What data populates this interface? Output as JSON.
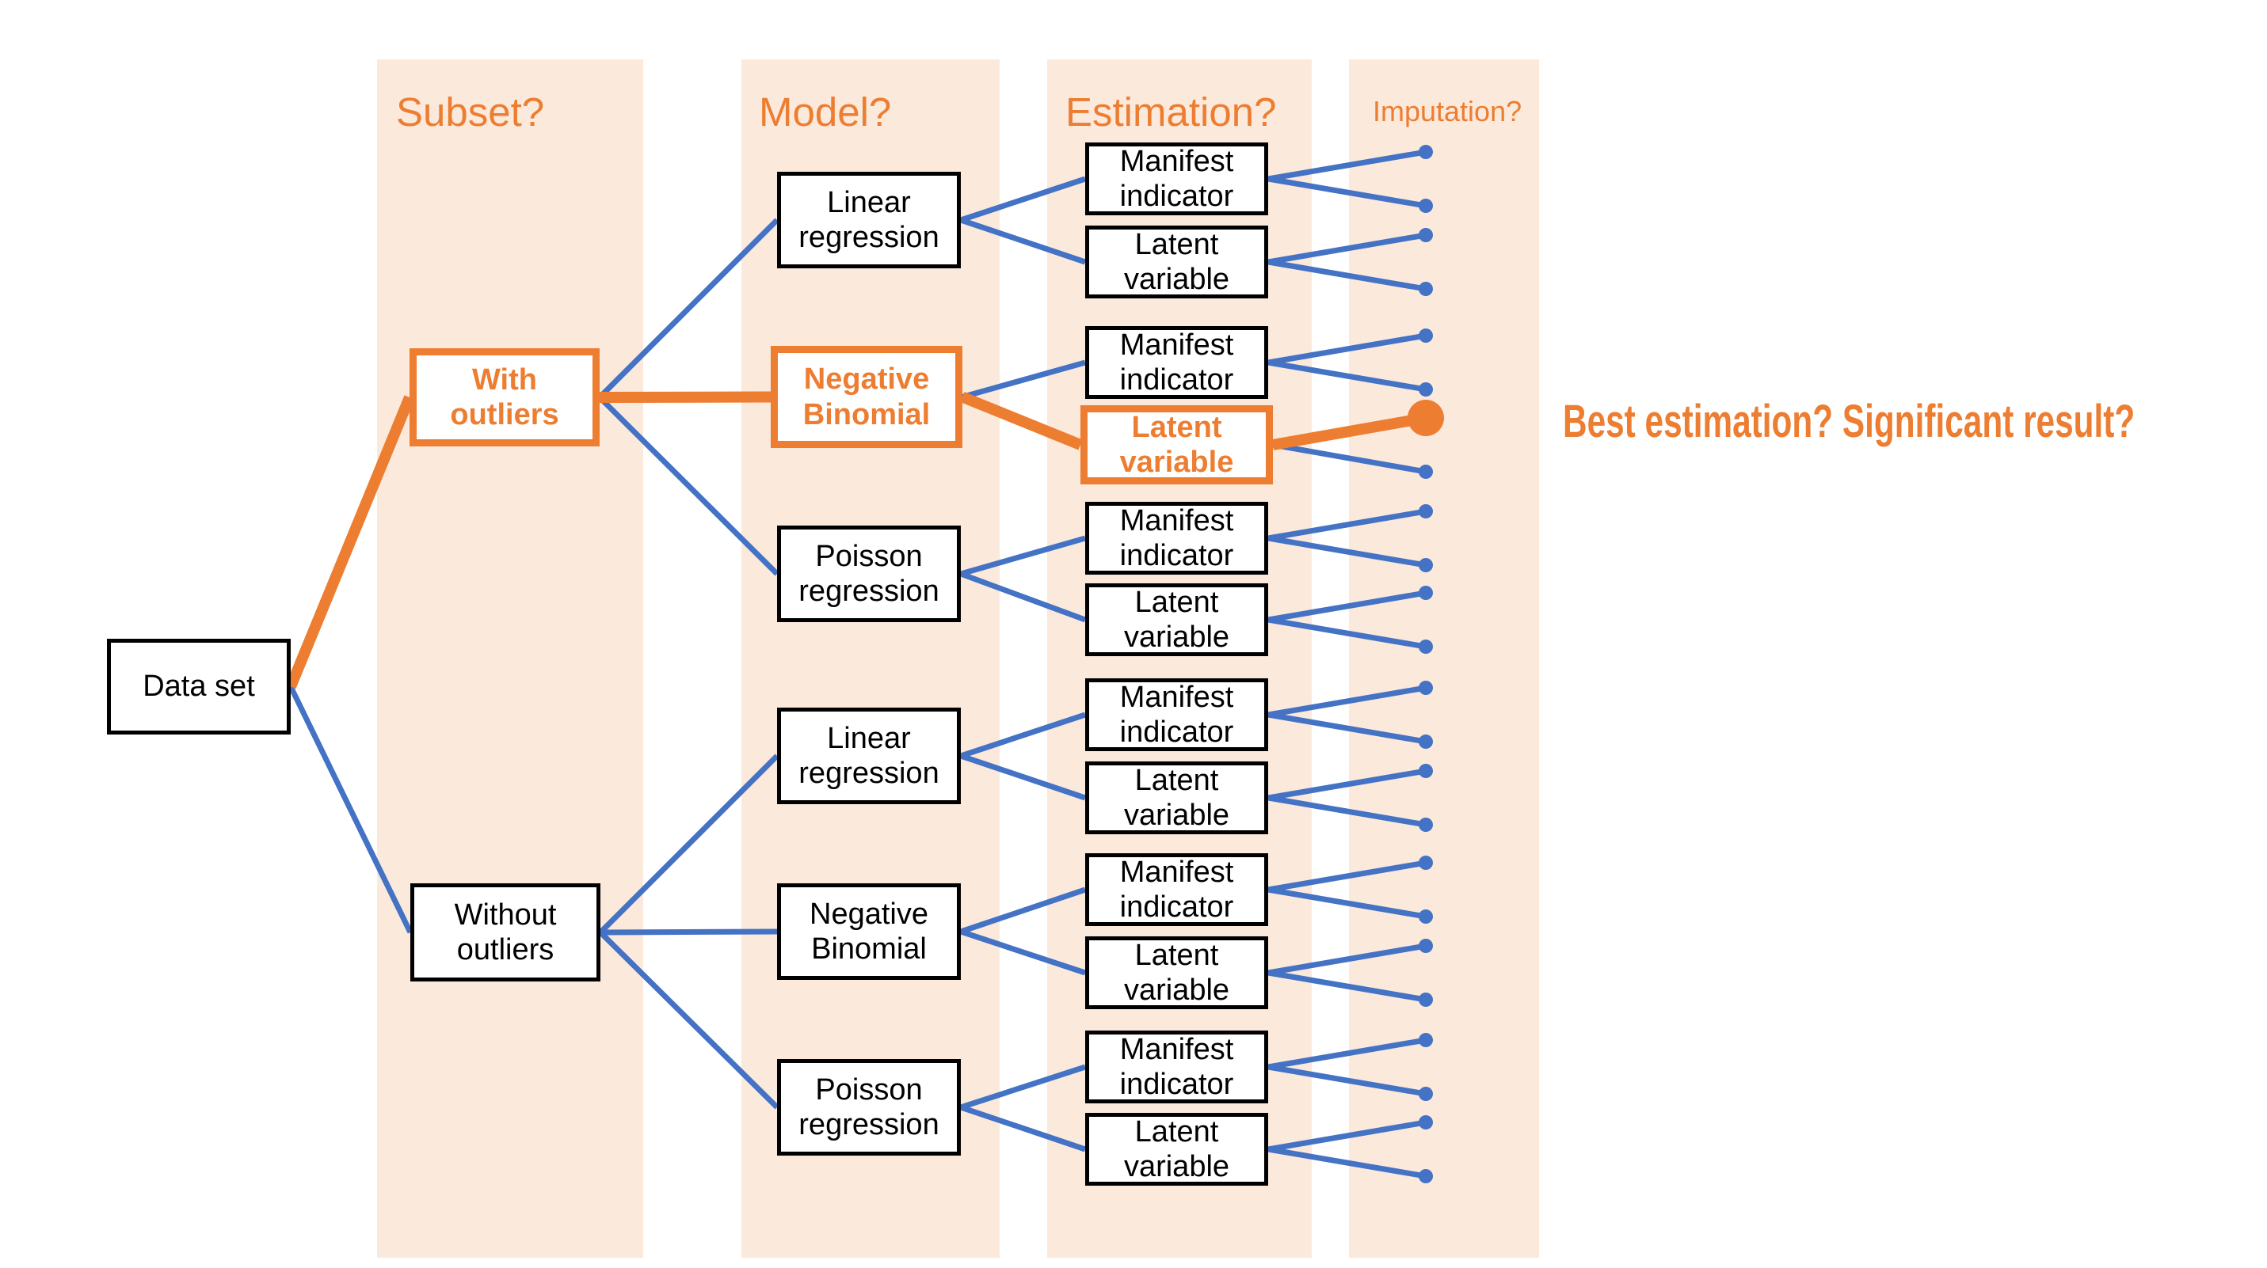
{
  "colors": {
    "accent_orange": "#ED7D31",
    "accent_blue": "#4472C4",
    "band_bg": "#FBE9DC",
    "box_border": "#000000",
    "page_bg": "#FFFFFF",
    "text": "#000000"
  },
  "column_headers": [
    {
      "label": "Subset?"
    },
    {
      "label": "Model?"
    },
    {
      "label": "Estimation?"
    },
    {
      "label": "Imputation?"
    }
  ],
  "caption": "Best estimation? Significant result?",
  "tree": {
    "root": {
      "label": "Data set",
      "highlighted": false
    },
    "subsets": [
      {
        "label": "With outliers",
        "highlighted": true,
        "models": [
          {
            "label": "Linear regression",
            "highlighted": false,
            "estimations": [
              {
                "label": "Manifest indicator",
                "highlighted": false
              },
              {
                "label": "Latent variable",
                "highlighted": false
              }
            ]
          },
          {
            "label": "Negative Binomial",
            "highlighted": true,
            "estimations": [
              {
                "label": "Manifest indicator",
                "highlighted": false
              },
              {
                "label": "Latent variable",
                "highlighted": true
              }
            ]
          },
          {
            "label": "Poisson regression",
            "highlighted": false,
            "estimations": [
              {
                "label": "Manifest indicator",
                "highlighted": false
              },
              {
                "label": "Latent variable",
                "highlighted": false
              }
            ]
          }
        ]
      },
      {
        "label": "Without outliers",
        "highlighted": false,
        "models": [
          {
            "label": "Linear regression",
            "highlighted": false,
            "estimations": [
              {
                "label": "Manifest indicator",
                "highlighted": false
              },
              {
                "label": "Latent variable",
                "highlighted": false
              }
            ]
          },
          {
            "label": "Negative Binomial",
            "highlighted": false,
            "estimations": [
              {
                "label": "Manifest indicator",
                "highlighted": false
              },
              {
                "label": "Latent variable",
                "highlighted": false
              }
            ]
          },
          {
            "label": "Poisson regression",
            "highlighted": false,
            "estimations": [
              {
                "label": "Manifest indicator",
                "highlighted": false
              },
              {
                "label": "Latent variable",
                "highlighted": false
              }
            ]
          }
        ]
      }
    ]
  },
  "imputation": {
    "options_per_estimation": 2,
    "selected_note": "single enlarged orange endpoint on the highlighted path"
  }
}
